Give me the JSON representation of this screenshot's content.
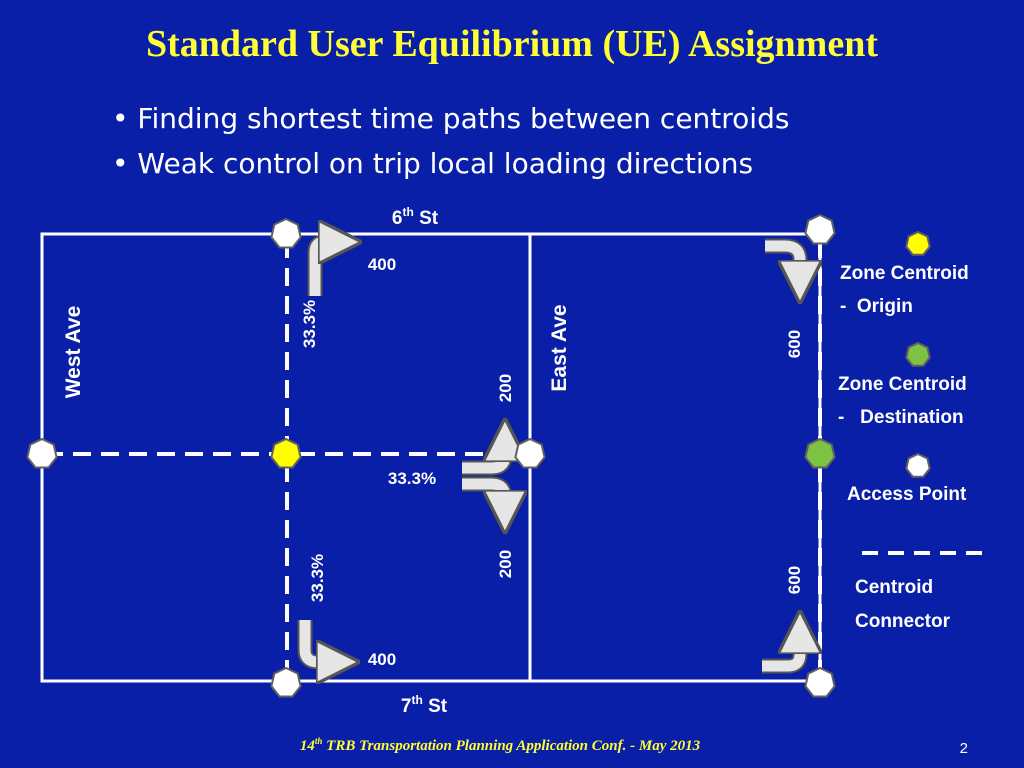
{
  "title": "Standard User Equilibrium (UE) Assignment",
  "bullets": [
    "Finding shortest time paths between centroids",
    "Weak control on trip local loading directions"
  ],
  "streets": {
    "top": {
      "name": "6",
      "sup": "th",
      "suffix": " St"
    },
    "bottom": {
      "name": "7",
      "sup": "th",
      "suffix": " St"
    },
    "west": "West Ave",
    "east": "East Ave"
  },
  "flows": {
    "top_right_turn": "400",
    "bottom_right_turn": "400",
    "east_up": "200",
    "east_down": "200",
    "right_top": "600",
    "right_bottom": "600",
    "share_up": "33.3%",
    "share_down": "33.3%",
    "share_east": "33.3%"
  },
  "legend": {
    "origin": [
      "Zone Centroid",
      "-  Origin"
    ],
    "destination": [
      "Zone Centroid",
      "-   Destination"
    ],
    "access": "Access Point",
    "connector": [
      "Centroid",
      "Connector"
    ]
  },
  "colors": {
    "background": "#0a1fa8",
    "origin": "#ffff00",
    "destination": "#7dc242",
    "access": "#ffffff",
    "title": "#ffff33"
  },
  "footer": {
    "pre": "14",
    "sup": "th",
    "post": " TRB Transportation Planning Application Conf. - May 2013"
  },
  "page_number": "2"
}
